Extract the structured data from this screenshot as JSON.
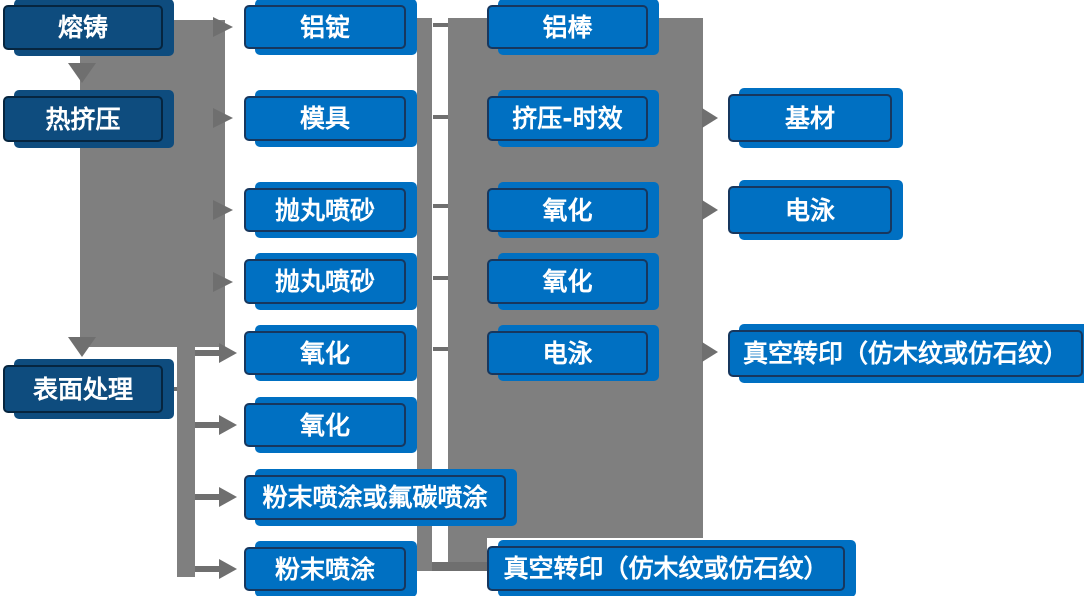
{
  "diagram": {
    "description_colors": {
      "node_blue": "#0070C2",
      "node_dark_blue": "#0E4C7E",
      "node_border": "#17375E",
      "node_dark_border": "#06253F",
      "connector_band_gray": "#7F7F7F",
      "arrow_gray": "#6F6F6F",
      "text": "#FFFFFF",
      "background": "#FFFFFF"
    },
    "stages": {
      "melting": "熔铸",
      "hot_extrusion": "热挤压",
      "surface_treatment": "表面处理"
    },
    "col2": {
      "aluminum_ingot": "铝锭",
      "mold": "模具",
      "shot_blasting_1": "抛丸喷砂",
      "shot_blasting_2": "抛丸喷砂",
      "oxidation_1": "氧化",
      "oxidation_2": "氧化",
      "powder_or_fluorocarbon_spray": "粉末喷涂或氟碳喷涂",
      "powder_spray": "粉末喷涂"
    },
    "col3": {
      "aluminum_rod": "铝棒",
      "extrusion_aging": "挤压-时效",
      "oxidation_1": "氧化",
      "oxidation_2": "氧化",
      "electrophoresis": "电泳",
      "vacuum_transfer": "真空转印（仿木纹或仿石纹）"
    },
    "col4": {
      "substrate": "基材",
      "electrophoresis": "电泳",
      "vacuum_transfer": "真空转印（仿木纹或仿石纹）"
    }
  }
}
